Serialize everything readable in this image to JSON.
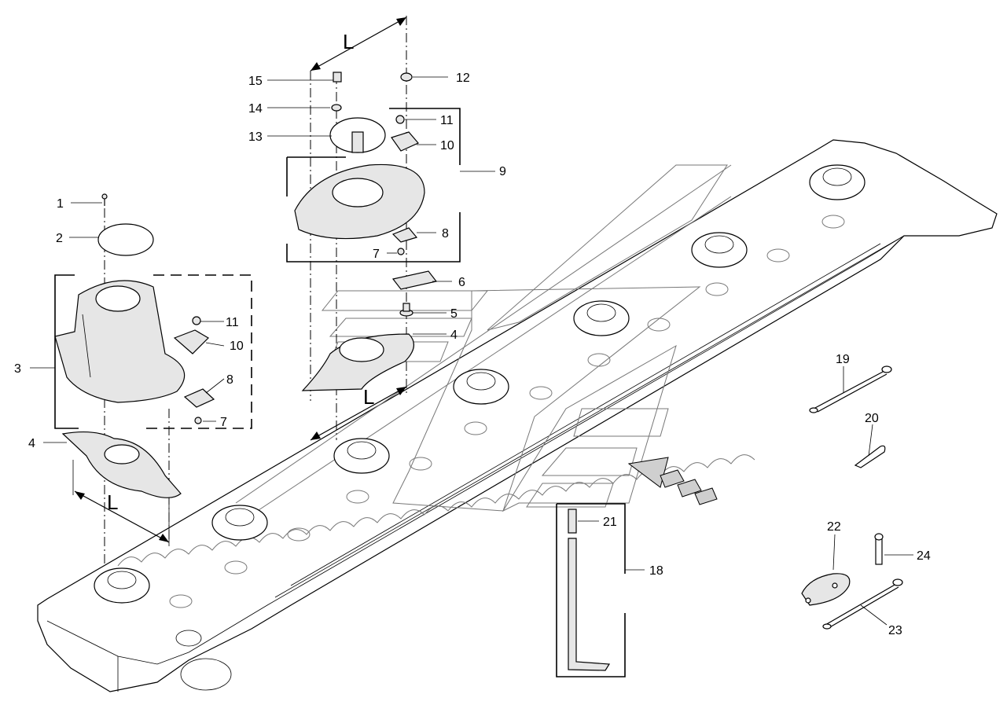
{
  "diagram": {
    "dimension_label": "L",
    "callouts": {
      "c1": "1",
      "c2": "2",
      "c3": "3",
      "c4a": "4",
      "c4b": "4",
      "c5": "5",
      "c6": "6",
      "c7a": "7",
      "c7b": "7",
      "c8a": "8",
      "c8b": "8",
      "c9": "9",
      "c10a": "10",
      "c10b": "10",
      "c11a": "11",
      "c11b": "11",
      "c12": "12",
      "c13": "13",
      "c14": "14",
      "c15": "15",
      "c18": "18",
      "c19": "19",
      "c20": "20",
      "c21": "21",
      "c22": "22",
      "c23": "23",
      "c24": "24"
    }
  },
  "colors": {
    "line": "#000000",
    "ghost": "#777777",
    "fill": "#e6e6e6",
    "background": "#ffffff"
  }
}
